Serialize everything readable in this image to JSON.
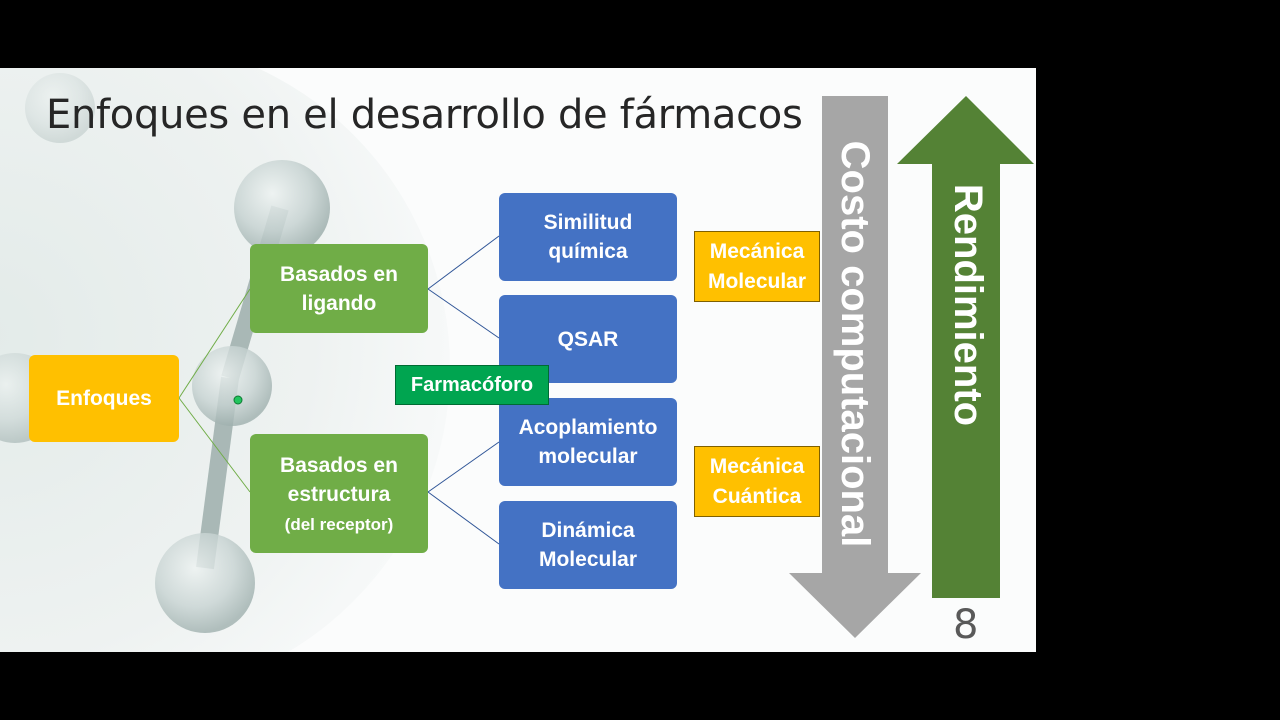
{
  "title": "Enfoques en el desarrollo de fármacos",
  "root": "Enfoques",
  "branches": {
    "ligando": "Basados en ligando",
    "estructura_line1": "Basados en",
    "estructura_line2": "estructura",
    "estructura_line3": "(del receptor)"
  },
  "ligando_line1": "Basados en",
  "ligando_line2": "ligando",
  "methods": {
    "similitud_line1": "Similitud",
    "similitud_line2": "química",
    "qsar": "QSAR",
    "acoplamiento_line1": "Acoplamiento",
    "acoplamiento_line2": "molecular",
    "dinamica_line1": "Dinámica",
    "dinamica_line2": "Molecular"
  },
  "farmacoforo": "Farmacóforo",
  "mecanica_molecular_line1": "Mecánica",
  "mecanica_molecular_line2": "Molecular",
  "mecanica_cuantica_line1": "Mecánica",
  "mecanica_cuantica_line2": "Cuántica",
  "arrow_down_label": "Costo computacional",
  "arrow_up_label": "Rendimiento",
  "page_number": "8",
  "colors": {
    "yellow": "#ffc000",
    "green": "#70ad47",
    "blue": "#4472c4",
    "pharmacophore": "#00a550",
    "arrow_gray": "#a6a6a6",
    "arrow_green": "#548235"
  }
}
